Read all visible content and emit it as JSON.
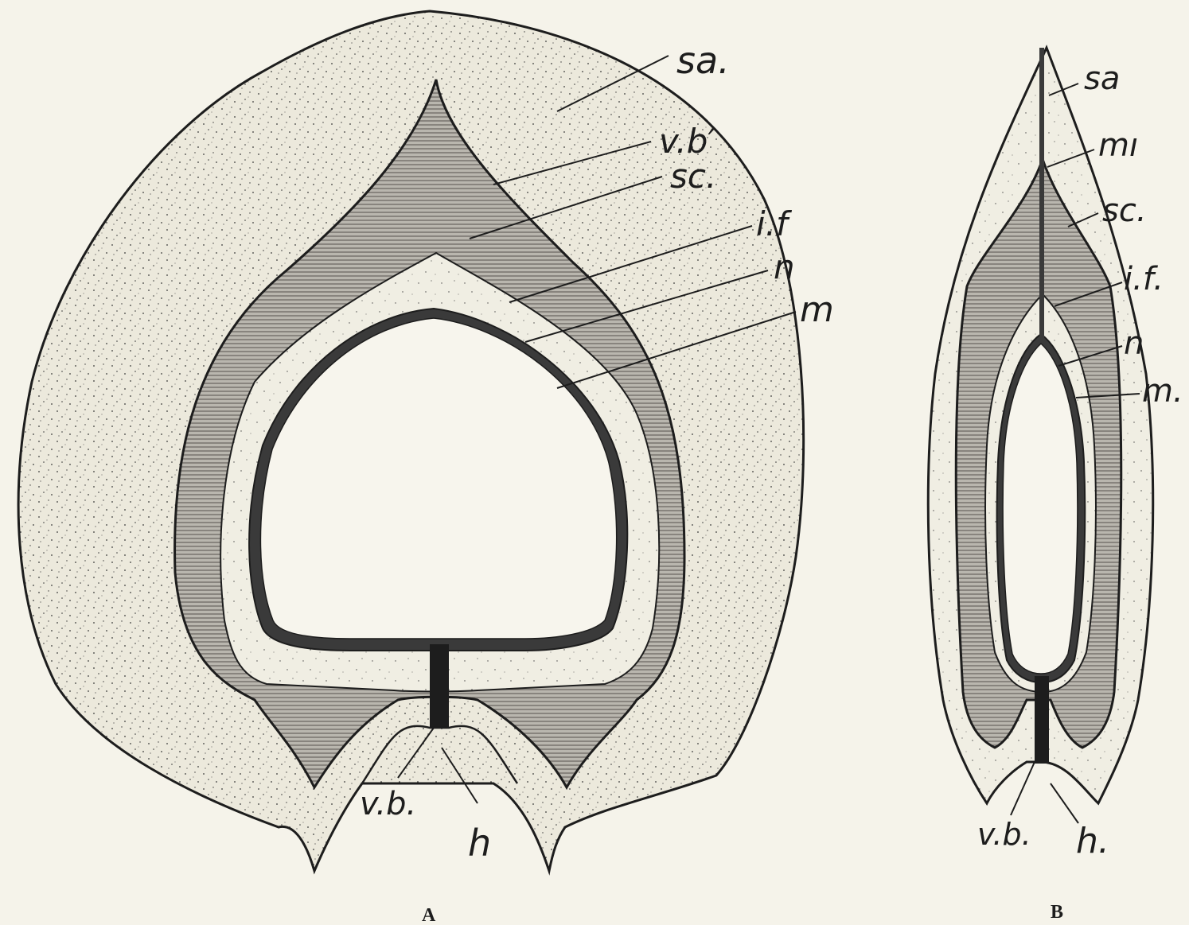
{
  "figure": {
    "panels": [
      {
        "id": "A",
        "caption": "A",
        "labels": {
          "sa": "sa.",
          "vb_prime": "v.b′",
          "sc": "sc.",
          "if": "i.f",
          "n": "n",
          "m": "m",
          "vb": "v.b.",
          "h": "h"
        }
      },
      {
        "id": "B",
        "caption": "B",
        "labels": {
          "sa": "sa",
          "mi": "mı",
          "sc": "sc.",
          "if": "i.f.",
          "n": "n",
          "m": "m.",
          "vb": "v.b.",
          "h": "h."
        }
      }
    ],
    "colors": {
      "paper": "#f5f3ea",
      "ink": "#1d1d1d",
      "stipple_fill": "#ece9dc",
      "hatch_fill": "#9d9a93"
    }
  }
}
